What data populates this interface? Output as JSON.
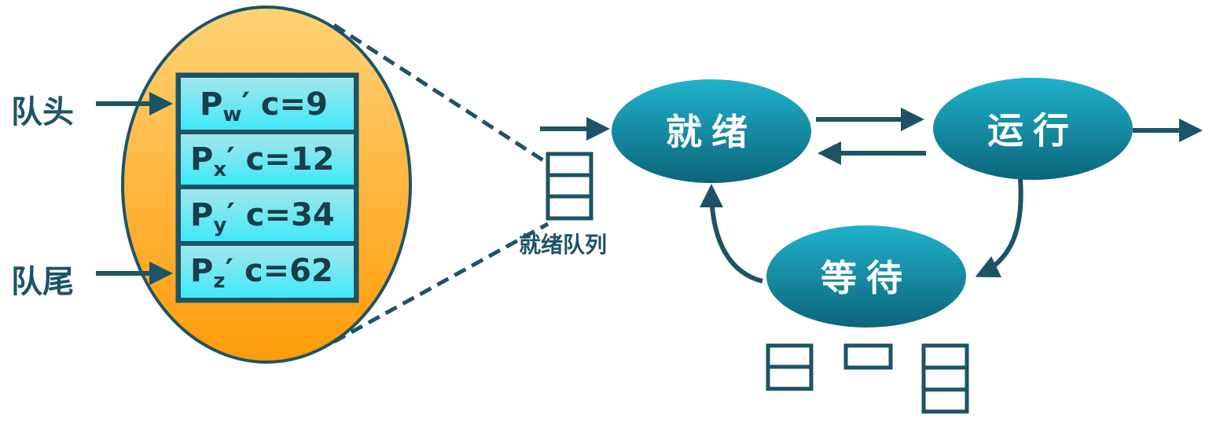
{
  "left_labels": {
    "head": "队头",
    "tail": "队尾"
  },
  "queue_entries": [
    {
      "proc": "P",
      "sub": "w",
      "sep": "′ ",
      "text": "c=9"
    },
    {
      "proc": "P",
      "sub": "x",
      "sep": "′ ",
      "text": "c=12"
    },
    {
      "proc": "P",
      "sub": "y",
      "sep": "′ ",
      "text": "c=34"
    },
    {
      "proc": "P",
      "sub": "z",
      "sep": "′ ",
      "text": "c=62"
    }
  ],
  "ready_queue_label": "就绪队列",
  "states": {
    "ready": "就绪",
    "running": "运行",
    "waiting": "等待"
  },
  "colors": {
    "dark": "#1d5366",
    "ellipse_top": "#ffd277",
    "ellipse_bottom": "#ff9b08",
    "cell_top": "#9fe6ee",
    "cell_bottom": "#3ee8f6",
    "state_light": "#19aac4",
    "state_dark": "#0e6d82"
  }
}
